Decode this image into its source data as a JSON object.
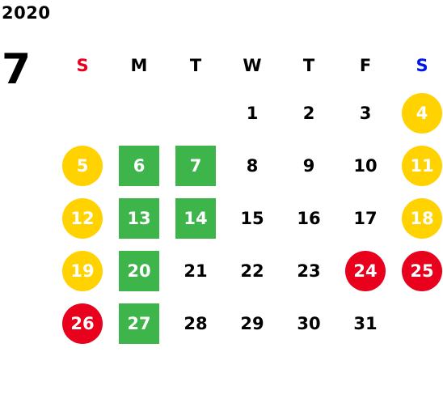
{
  "year": "2020",
  "month": "7",
  "colors": {
    "sunday": "#e8001c",
    "saturday": "#0016e6",
    "weekday": "#000000",
    "yellow": "#ffd200",
    "red": "#e8001c",
    "green": "#3db54a"
  },
  "weekdays": [
    {
      "label": "S",
      "key": "sunday"
    },
    {
      "label": "M",
      "key": "weekday"
    },
    {
      "label": "T",
      "key": "weekday"
    },
    {
      "label": "W",
      "key": "weekday"
    },
    {
      "label": "T",
      "key": "weekday"
    },
    {
      "label": "F",
      "key": "weekday"
    },
    {
      "label": "S",
      "key": "saturday"
    }
  ],
  "first_weekday_index": 3,
  "days": [
    {
      "d": "1",
      "mark": "none"
    },
    {
      "d": "2",
      "mark": "none"
    },
    {
      "d": "3",
      "mark": "none"
    },
    {
      "d": "4",
      "mark": "yellow"
    },
    {
      "d": "5",
      "mark": "yellow"
    },
    {
      "d": "6",
      "mark": "green"
    },
    {
      "d": "7",
      "mark": "green"
    },
    {
      "d": "8",
      "mark": "none"
    },
    {
      "d": "9",
      "mark": "none"
    },
    {
      "d": "10",
      "mark": "none"
    },
    {
      "d": "11",
      "mark": "yellow"
    },
    {
      "d": "12",
      "mark": "yellow"
    },
    {
      "d": "13",
      "mark": "green"
    },
    {
      "d": "14",
      "mark": "green"
    },
    {
      "d": "15",
      "mark": "none"
    },
    {
      "d": "16",
      "mark": "none"
    },
    {
      "d": "17",
      "mark": "none"
    },
    {
      "d": "18",
      "mark": "yellow"
    },
    {
      "d": "19",
      "mark": "yellow"
    },
    {
      "d": "20",
      "mark": "green"
    },
    {
      "d": "21",
      "mark": "none"
    },
    {
      "d": "22",
      "mark": "none"
    },
    {
      "d": "23",
      "mark": "none"
    },
    {
      "d": "24",
      "mark": "red"
    },
    {
      "d": "25",
      "mark": "red"
    },
    {
      "d": "26",
      "mark": "red"
    },
    {
      "d": "27",
      "mark": "green"
    },
    {
      "d": "28",
      "mark": "none"
    },
    {
      "d": "29",
      "mark": "none"
    },
    {
      "d": "30",
      "mark": "none"
    },
    {
      "d": "31",
      "mark": "none"
    }
  ]
}
